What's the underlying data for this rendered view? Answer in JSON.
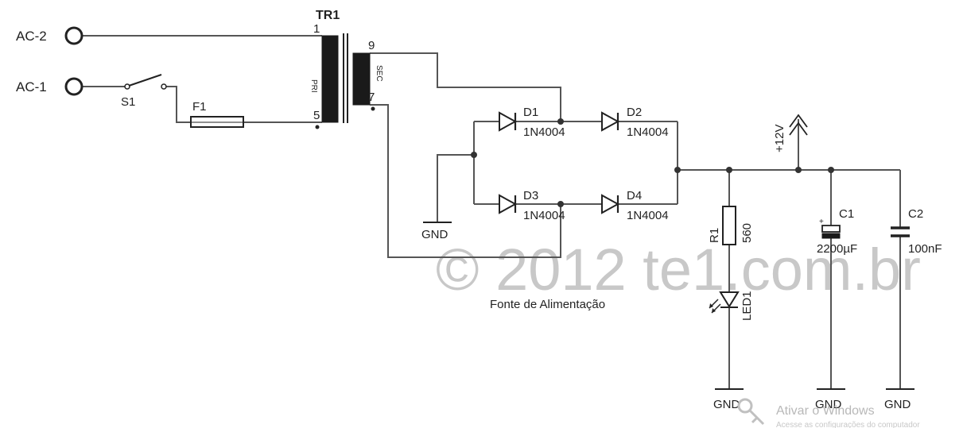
{
  "terminals": {
    "ac2": "AC-2",
    "ac1": "AC-1"
  },
  "switch": {
    "ref": "S1"
  },
  "fuse": {
    "ref": "F1"
  },
  "transformer": {
    "ref": "TR1",
    "primary_label": "PRI",
    "secondary_label": "SEC",
    "pins": {
      "p1": "1",
      "p5": "5",
      "p9": "9",
      "p7": "7"
    }
  },
  "diodes": [
    {
      "ref": "D1",
      "part": "1N4004"
    },
    {
      "ref": "D2",
      "part": "1N4004"
    },
    {
      "ref": "D3",
      "part": "1N4004"
    },
    {
      "ref": "D4",
      "part": "1N4004"
    }
  ],
  "resistor": {
    "ref": "R1",
    "value": "560"
  },
  "led": {
    "ref": "LED1"
  },
  "capacitors": [
    {
      "ref": "C1",
      "value": "2200µF",
      "polarity": "+"
    },
    {
      "ref": "C2",
      "value": "100nF"
    }
  ],
  "supply": {
    "label": "+12V"
  },
  "ground_label": "GND",
  "caption": "Fonte de Alimentação",
  "watermark": "© 2012 te1.com.br",
  "windows_notice": {
    "title": "Ativar o Windows",
    "subtitle": "Acesse as configurações do computador"
  },
  "colors": {
    "wire": "#555555",
    "component": "#222222",
    "watermark": "#c8c8c8"
  }
}
